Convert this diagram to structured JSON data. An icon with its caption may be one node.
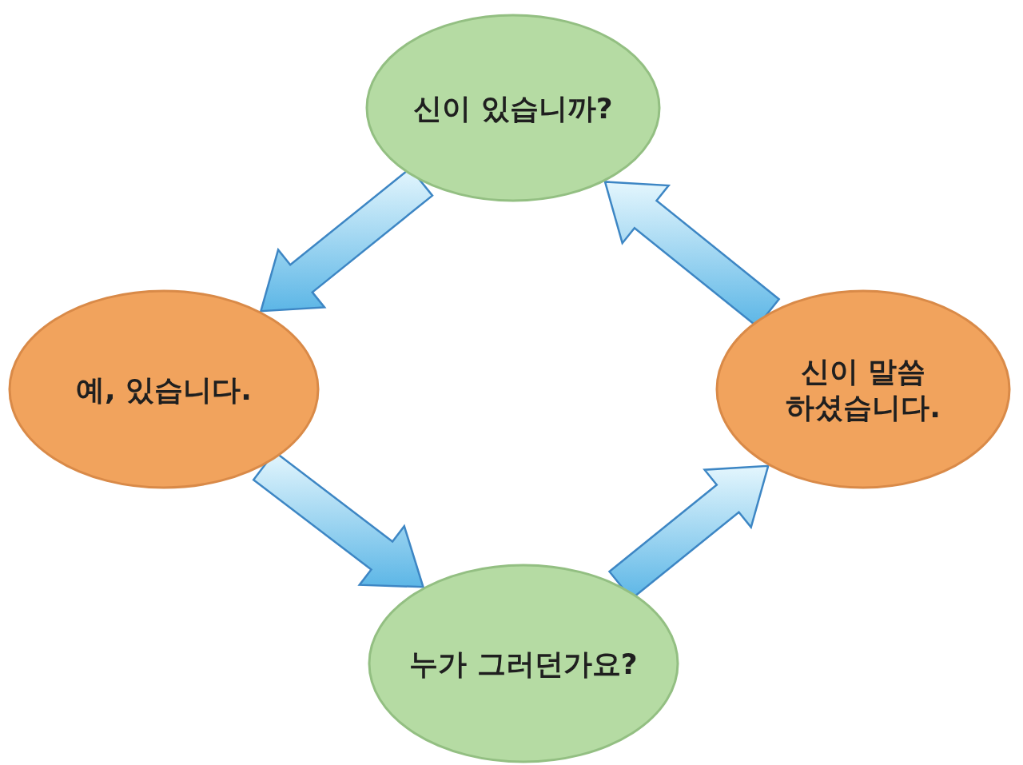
{
  "diagram": {
    "nodes": [
      {
        "text": [
          "신이 있습니까?"
        ]
      },
      {
        "text": [
          "예, 있습니다."
        ]
      },
      {
        "text": [
          "누가 그러던가요?"
        ]
      },
      {
        "text": [
          "신이 말씀 하셨습니다."
        ]
      }
    ],
    "edges": [
      {
        "from": 0,
        "to": 1,
        "arrow": "to"
      },
      {
        "from": 1,
        "to": 2,
        "arrow": "to"
      },
      {
        "from": 2,
        "to": 3,
        "arrow": "to"
      },
      {
        "from": 3,
        "to": 0,
        "arrow": "to"
      }
    ]
  }
}
